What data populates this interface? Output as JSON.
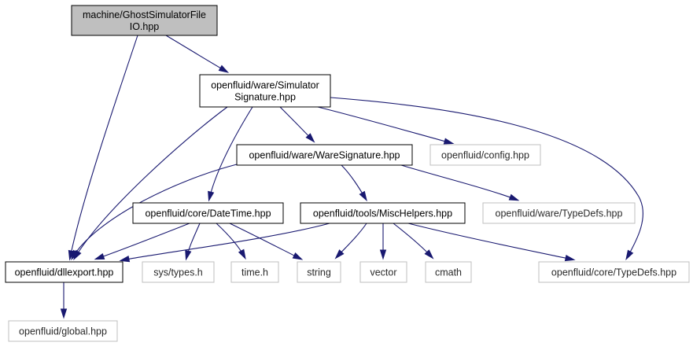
{
  "colors": {
    "edge": "#191970",
    "focus_fill": "#bfbfbf",
    "focus_border": "#000000",
    "node_border": "#000000",
    "external_border": "#bfbfbf",
    "node_fill": "#ffffff"
  },
  "nodes": [
    {
      "id": "ghost",
      "lines": [
        "machine/GhostSimulatorFile",
        "IO.hpp"
      ],
      "kind": "focus"
    },
    {
      "id": "simsig",
      "lines": [
        "openfluid/ware/Simulator",
        "Signature.hpp"
      ],
      "kind": "documented"
    },
    {
      "id": "waresig",
      "lines": [
        "openfluid/ware/WareSignature.hpp"
      ],
      "kind": "documented"
    },
    {
      "id": "config",
      "lines": [
        "openfluid/config.hpp"
      ],
      "kind": "external"
    },
    {
      "id": "datetime",
      "lines": [
        "openfluid/core/DateTime.hpp"
      ],
      "kind": "documented"
    },
    {
      "id": "mischelpers",
      "lines": [
        "openfluid/tools/MiscHelpers.hpp"
      ],
      "kind": "documented"
    },
    {
      "id": "waretypedefs",
      "lines": [
        "openfluid/ware/TypeDefs.hpp"
      ],
      "kind": "external"
    },
    {
      "id": "dllexport",
      "lines": [
        "openfluid/dllexport.hpp"
      ],
      "kind": "documented"
    },
    {
      "id": "systypes",
      "lines": [
        "sys/types.h"
      ],
      "kind": "external"
    },
    {
      "id": "timeh",
      "lines": [
        "time.h"
      ],
      "kind": "external"
    },
    {
      "id": "string",
      "lines": [
        "string"
      ],
      "kind": "external"
    },
    {
      "id": "vector",
      "lines": [
        "vector"
      ],
      "kind": "external"
    },
    {
      "id": "cmath",
      "lines": [
        "cmath"
      ],
      "kind": "external"
    },
    {
      "id": "coretypedefs",
      "lines": [
        "openfluid/core/TypeDefs.hpp"
      ],
      "kind": "external"
    },
    {
      "id": "global",
      "lines": [
        "openfluid/global.hpp"
      ],
      "kind": "external"
    }
  ],
  "edges": [
    {
      "from": "ghost",
      "to": "simsig"
    },
    {
      "from": "ghost",
      "to": "dllexport"
    },
    {
      "from": "simsig",
      "to": "dllexport"
    },
    {
      "from": "simsig",
      "to": "datetime"
    },
    {
      "from": "simsig",
      "to": "waresig"
    },
    {
      "from": "simsig",
      "to": "config"
    },
    {
      "from": "simsig",
      "to": "coretypedefs"
    },
    {
      "from": "waresig",
      "to": "dllexport"
    },
    {
      "from": "waresig",
      "to": "mischelpers"
    },
    {
      "from": "waresig",
      "to": "waretypedefs"
    },
    {
      "from": "datetime",
      "to": "dllexport"
    },
    {
      "from": "datetime",
      "to": "systypes"
    },
    {
      "from": "datetime",
      "to": "timeh"
    },
    {
      "from": "datetime",
      "to": "string"
    },
    {
      "from": "mischelpers",
      "to": "dllexport"
    },
    {
      "from": "mischelpers",
      "to": "string"
    },
    {
      "from": "mischelpers",
      "to": "vector"
    },
    {
      "from": "mischelpers",
      "to": "cmath"
    },
    {
      "from": "mischelpers",
      "to": "coretypedefs"
    },
    {
      "from": "dllexport",
      "to": "global"
    }
  ]
}
